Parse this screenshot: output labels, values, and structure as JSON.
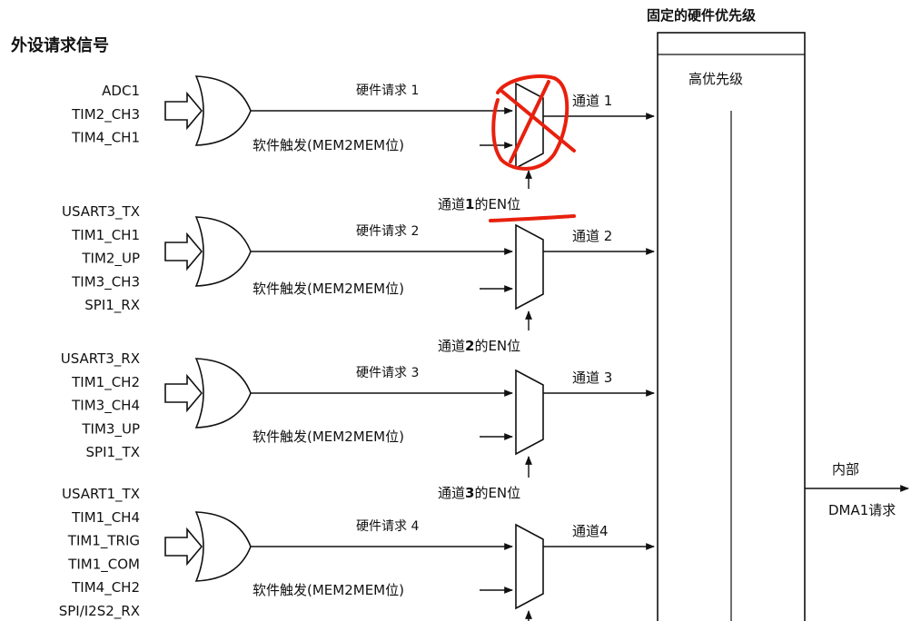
{
  "peripheral_title": "外设请求信号",
  "priority_title": "固定的硬件优先级",
  "high_priority_label": "高优先级",
  "internal_label": "内部",
  "output_label": "DMA1请求",
  "groups": [
    {
      "inputs": [
        "ADC1",
        "TIM2_CH3",
        "TIM4_CH1"
      ],
      "hw_request": "硬件请求 1",
      "sw_trigger": "软件触发(MEM2MEM位)",
      "channel": "通道 1",
      "en_prefix": "通道",
      "en_num": "1",
      "en_suffix": "的EN位"
    },
    {
      "inputs": [
        "USART3_TX",
        "TIM1_CH1",
        "TIM2_UP",
        "TIM3_CH3",
        "SPI1_RX"
      ],
      "hw_request": "硬件请求 2",
      "sw_trigger": "软件触发(MEM2MEM位)",
      "channel": "通道 2",
      "en_prefix": "通道",
      "en_num": "2",
      "en_suffix": "的EN位"
    },
    {
      "inputs": [
        "USART3_RX",
        "TIM1_CH2",
        "TIM3_CH4",
        "TIM3_UP",
        "SPI1_TX"
      ],
      "hw_request": "硬件请求 3",
      "sw_trigger": "软件触发(MEM2MEM位)",
      "channel": "通道 3",
      "en_prefix": "通道",
      "en_num": "3",
      "en_suffix": "的EN位"
    },
    {
      "inputs": [
        "USART1_TX",
        "TIM1_CH4",
        "TIM1_TRIG",
        "TIM1_COM",
        "TIM4_CH2",
        "SPI/I2S2_RX"
      ],
      "hw_request": "硬件请求 4",
      "sw_trigger": "软件触发(MEM2MEM位)",
      "channel": "通道4",
      "en_prefix": "",
      "en_num": "",
      "en_suffix": ""
    }
  ],
  "annotation_color": "#e8200e"
}
